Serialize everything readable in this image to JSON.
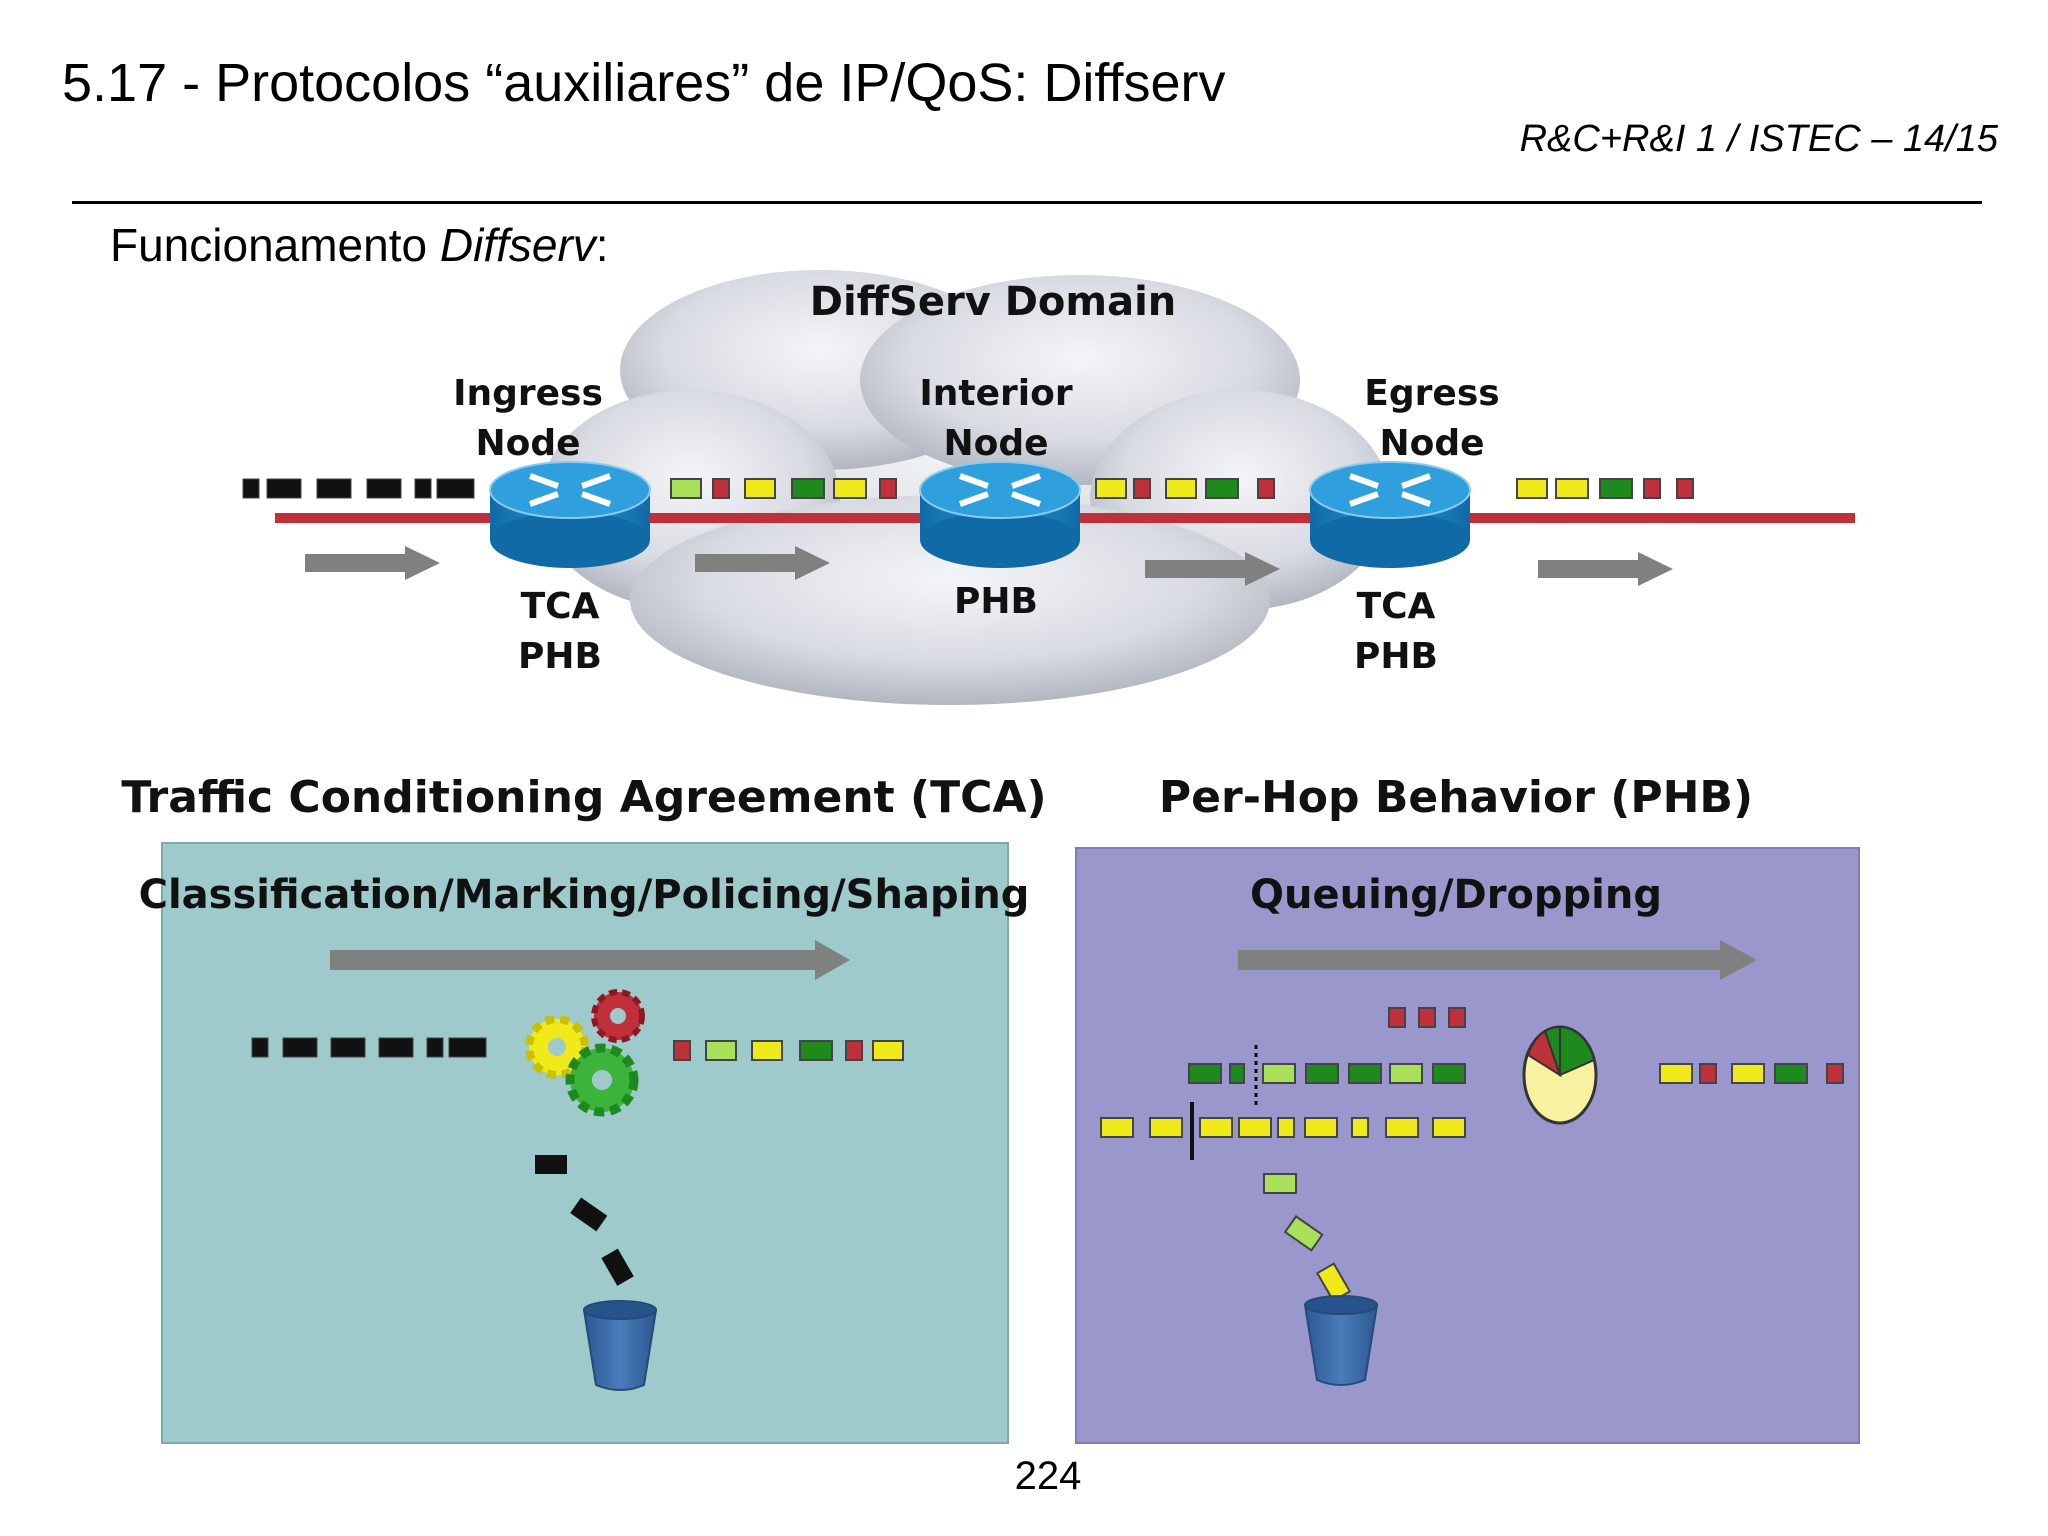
{
  "header": {
    "title": "5.17 - Protocolos “auxiliares” de IP/QoS: Diffserv",
    "course": "R&C+R&I 1 / ISTEC – 14/15"
  },
  "section": {
    "label_plain": "Funcionamento ",
    "label_italic": "Diffserv",
    "label_suffix": ":"
  },
  "diagram": {
    "domain_title": "DiffServ Domain",
    "nodes": [
      {
        "name_line1": "Ingress",
        "name_line2": "Node",
        "func_line1": "TCA",
        "func_line2": "PHB"
      },
      {
        "name_line1": "Interior",
        "name_line2": "Node",
        "func_line1": "PHB",
        "func_line2": ""
      },
      {
        "name_line1": "Egress",
        "name_line2": "Node",
        "func_line1": "TCA",
        "func_line2": "PHB"
      }
    ],
    "tca_panel": {
      "heading": "Traffic Conditioning Agreement (TCA)",
      "subtitle": "Classification/Marking/Policing/Shaping"
    },
    "phb_panel": {
      "heading": "Per-Hop Behavior (PHB)",
      "subtitle": "Queuing/Dropping"
    },
    "colors": {
      "tca_panel_bg": "#9fcacc",
      "phb_panel_bg": "#9a97cc",
      "link_red": "#c0303a",
      "packet_black": "#111111",
      "packet_red": "#c0303a",
      "packet_green": "#1e8a1e",
      "packet_lightgreen": "#a8e05a",
      "packet_yellow": "#f0ea1a",
      "router_blue": "#1a86c8",
      "bin_blue": "#3a6aa8",
      "arrow_gray": "#808080"
    }
  },
  "footer": {
    "page_number": "224"
  }
}
